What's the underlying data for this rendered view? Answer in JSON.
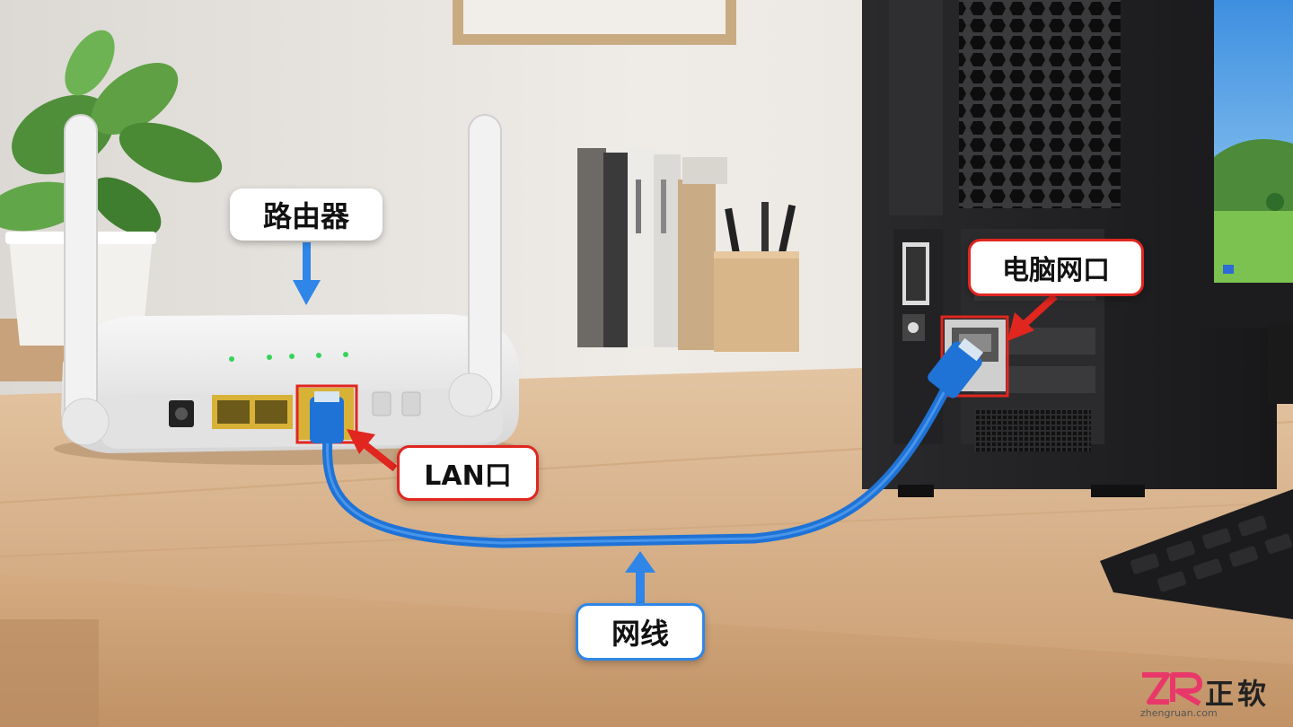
{
  "labels": {
    "router": "路由器",
    "pc_port": "电脑网口",
    "lan_port": "LAN口",
    "cable": "网线"
  },
  "watermark": {
    "brand_cn": "正软",
    "url": "zhengruan.com"
  },
  "colors": {
    "cable": "#1f73d6",
    "callout_red": "#e0261f",
    "callout_blue": "#2f86e8",
    "desk": "#d7b08a"
  }
}
